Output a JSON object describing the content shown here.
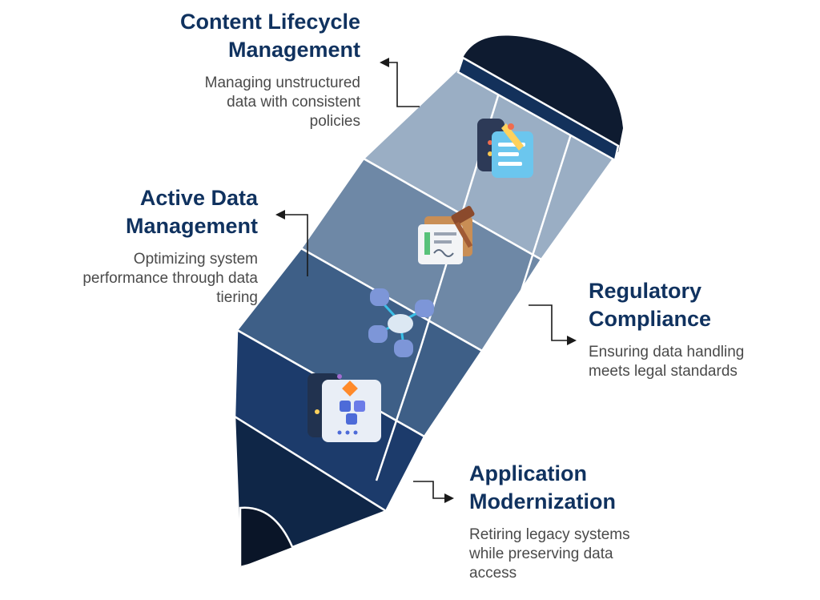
{
  "colors": {
    "title": "#10325f",
    "description": "#4a4a4a",
    "band_top": "#9aaec4",
    "band_2": "#6e88a6",
    "band_3": "#3e5f87",
    "band_bottom": "#1c3b6b",
    "tip": "#0f2647",
    "cap": "#0e1b30"
  },
  "sections": [
    {
      "id": "content-lifecycle",
      "title_line1": "Content Lifecycle",
      "title_line2": "Management",
      "desc_line1": "Managing unstructured",
      "desc_line2": "data with consistent",
      "desc_line3": "policies",
      "icon": "document-edit-icon"
    },
    {
      "id": "active-data",
      "title_line1": "Active Data",
      "title_line2": "Management",
      "desc_line1": "Optimizing system",
      "desc_line2": "performance through data",
      "desc_line3": "tiering",
      "icon": "contract-gavel-icon"
    },
    {
      "id": "regulatory",
      "title_line1": "Regulatory",
      "title_line2": "Compliance",
      "desc_line1": "Ensuring data handling",
      "desc_line2": "meets legal standards",
      "desc_line3": "",
      "icon": "cloud-database-network-icon"
    },
    {
      "id": "app-modernization",
      "title_line1": "Application",
      "title_line2": "Modernization",
      "desc_line1": "Retiring legacy systems",
      "desc_line2": "while preserving data",
      "desc_line3": "access",
      "icon": "app-window-icon"
    }
  ]
}
